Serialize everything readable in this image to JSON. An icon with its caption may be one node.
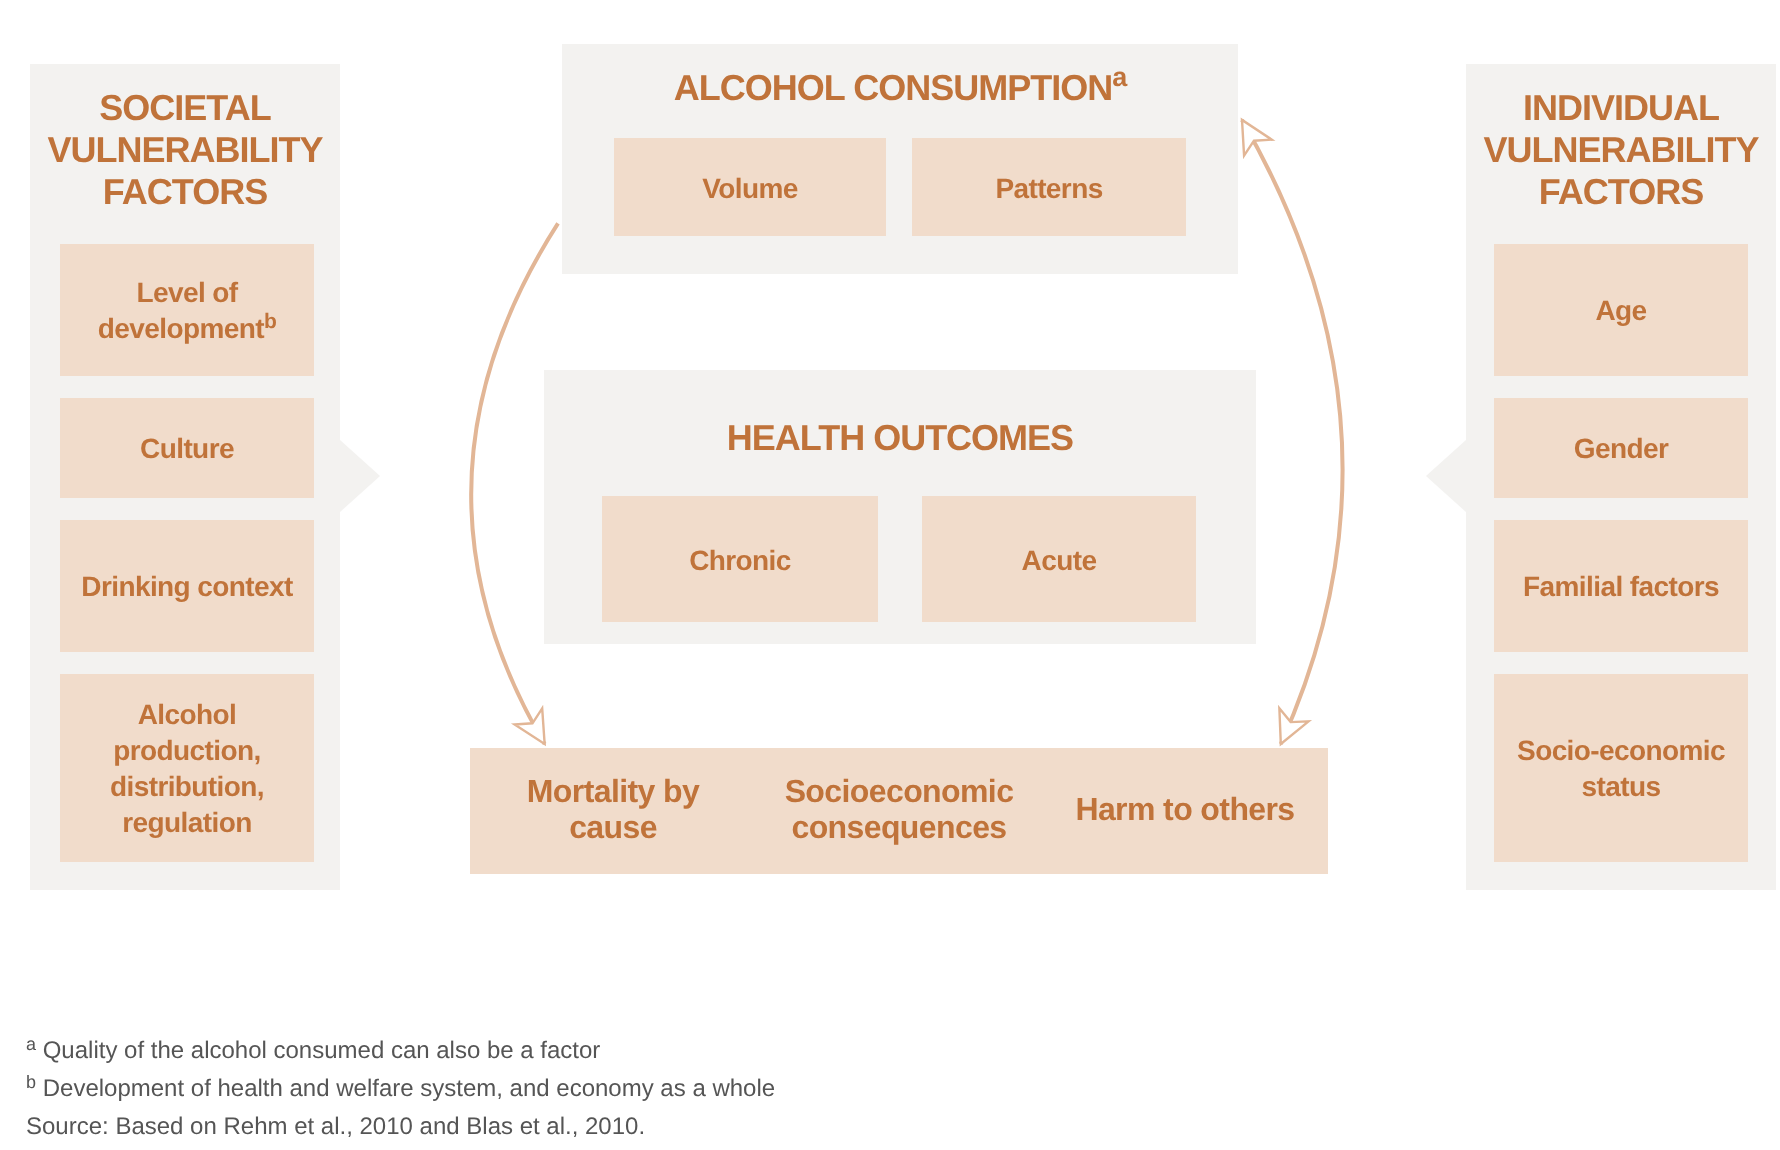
{
  "diagram": {
    "nodes": [
      {
        "text": [
          "SOCIETAL VULNERABILITY FACTORS"
        ]
      },
      {
        "text": [
          "Level of development$^{b}$"
        ],
        "in": 0
      },
      {
        "text": [
          "Culture"
        ],
        "in": 0
      },
      {
        "text": [
          "Drinking context"
        ],
        "in": 0
      },
      {
        "text": [
          "Alcohol production, distribution, regulation"
        ],
        "in": 0
      },
      {
        "text": [
          "ALCOHOL CONSUMPTION$^{a}$"
        ]
      },
      {
        "text": [
          "Volume"
        ],
        "in": 5
      },
      {
        "text": [
          "Patterns"
        ],
        "in": 5
      },
      {
        "text": [
          "HEALTH OUTCOMES"
        ]
      },
      {
        "text": [
          "Chronic"
        ],
        "in": 8
      },
      {
        "text": [
          "Acute"
        ],
        "in": 8
      },
      {
        "text": [
          "Mortality by cause",
          "Socioeconomic consequences",
          "Harm to others"
        ]
      },
      {
        "text": [
          "INDIVIDUAL VULNERABILITY FACTORS"
        ]
      },
      {
        "text": [
          "Age"
        ],
        "in": 12
      },
      {
        "text": [
          "Gender"
        ],
        "in": 12
      },
      {
        "text": [
          "Familial factors"
        ],
        "in": 12
      },
      {
        "text": [
          "Socio-economic status"
        ],
        "in": 12
      }
    ],
    "edges": [
      {
        "from": 5,
        "to": 11,
        "arrow": "to"
      },
      {
        "from": 11,
        "to": 5,
        "arrow": "both"
      }
    ],
    "labels": [
      "$^{a}$ Quality of the alcohol consumed can also be a factor",
      "$^{b}$ Development of health and welfare system, and economy as a whole",
      "Source: Based on Rehm et al., 2010 and Blas et al., 2010."
    ]
  }
}
